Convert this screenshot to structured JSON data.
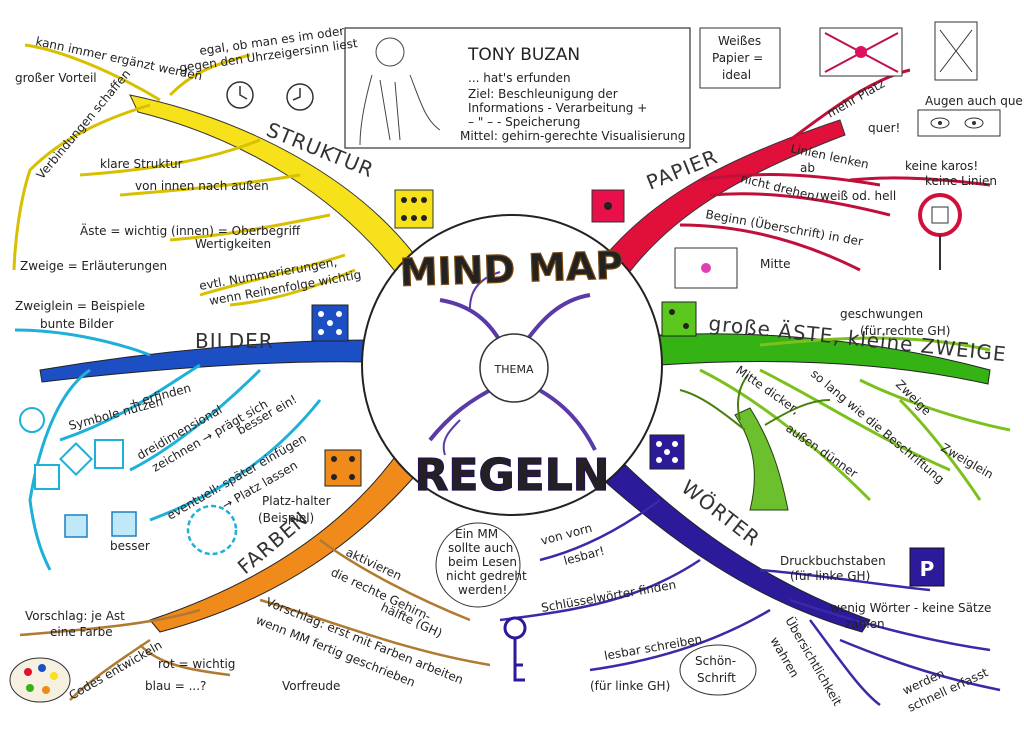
{
  "title": {
    "top": "MIND MAP",
    "bottom": "REGELN"
  },
  "center": {
    "label": "THEMA"
  },
  "buzan": {
    "name": "TONY BUZAN",
    "lines": [
      "... hat's erfunden",
      "Ziel: Beschleunigung der",
      "Informations - Verarbeitung +",
      "– \" –     - Speicherung",
      "Mittel: gehirn-gerechte Visualisierung"
    ]
  },
  "branches": {
    "struktur": {
      "label": "STRUKTUR",
      "color": "#f4e21c"
    },
    "papier": {
      "label": "PAPIER",
      "color": "#e0103a"
    },
    "bilder": {
      "label": "BILDER",
      "color": "#1d4fc4"
    },
    "aeste": {
      "label": "große ÄSTE, kleine ZWEIGE",
      "color": "#2ea80e"
    },
    "farben": {
      "label": "FARBEN",
      "color": "#f08a1a"
    },
    "woerter": {
      "label": "WÖRTER",
      "color": "#2b1a9a"
    }
  },
  "notes": {
    "s1": "kann immer ergänzt werden",
    "s2": "großer Vorteil",
    "s3": "egal, ob man es im oder",
    "s4": "gegen den Uhrzeigersinn liest",
    "s5": "Verbindungen schaffen",
    "s6": "klare Struktur",
    "s7": "von innen nach außen",
    "s8": "Äste = wichtig (innen) = Oberbegriff",
    "s9": "Wertigkeiten",
    "s10": "Zweige = Erläuterungen",
    "s11": "Zweiglein = Beispiele",
    "s12": "evtl. Nummerierungen,",
    "s13": "wenn Reihenfolge wichtig",
    "p1": "Weißes",
    "p2": "Papier =",
    "p3": "ideal",
    "p4": "mehr Platz",
    "p5": "quer!",
    "p6": "Augen auch quer",
    "p7": "Linien lenken",
    "p8": "ab",
    "p9": "keine karos!",
    "p10": "keine Linien",
    "p11": "weiß od. hell",
    "p12": "nicht drehen!",
    "p13": "Beginn (Überschrift) in der",
    "p14": "Mitte",
    "b1": "bunte Bilder",
    "b2": "Symbole nutzen",
    "b3": "+ erfinden",
    "b4": "dreidimensional",
    "b5": "zeichnen → prägt sich",
    "b6": "besser ein!",
    "b7": "eventuell: später einfügen",
    "b8": "→ Platz lassen",
    "b9": "Platz-halter",
    "b10": "(Beispiel)",
    "b11": "besser",
    "a1": "geschwungen",
    "a2": "(für rechte GH)",
    "a3": "Mitte dicker,",
    "a4": "außen dünner",
    "a5": "so lang wie die Beschriftung",
    "a6": "Zweige",
    "a7": "Zweiglein",
    "f1": "aktivieren",
    "f2": "die rechte Gehirn-",
    "f3": "hälfte (GH)",
    "f4": "Vorschlag: erst mit Farben arbeiten",
    "f5": "wenn MM fertig geschrieben",
    "f6": "Vorfreude",
    "f7": "Vorschlag: je Ast",
    "f8": "eine Farbe",
    "f9": "Codes entwickeln",
    "f10": "rot = wichtig",
    "f11": "blau = ...?",
    "w1": "Ein MM",
    "w2": "sollte auch",
    "w3": "beim Lesen",
    "w4": "nicht gedreht",
    "w5": "werden!",
    "w6": "von vorn",
    "w7": "lesbar!",
    "w8": "Schlüsselwörter finden",
    "w9": "Druckbuchstaben",
    "w10": "(für linke GH)",
    "w11": "wenig Wörter - keine Sätze",
    "w12": "zählen",
    "w13": "lesbar schreiben",
    "w14": "(für linke GH)",
    "w15": "Schön-",
    "w16": "Schrift",
    "w17": "Übersichtlichkeit",
    "w18": "wahren",
    "w19": "werden",
    "w20": "schnell erfasst"
  }
}
